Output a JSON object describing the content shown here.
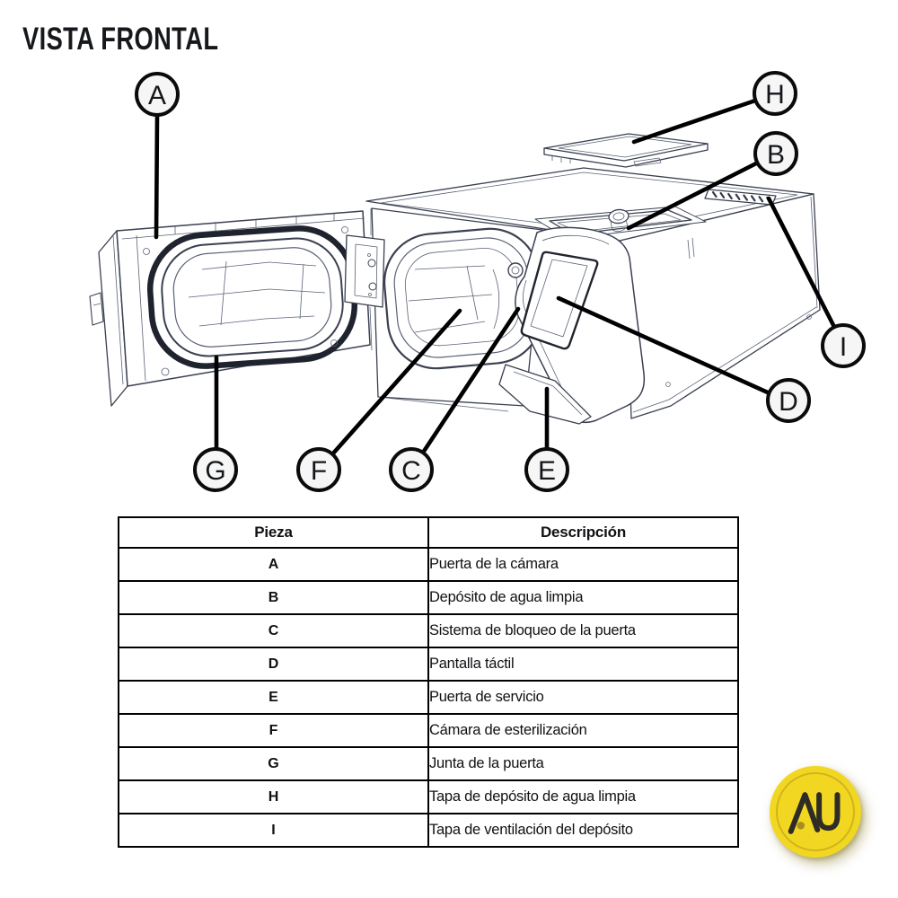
{
  "title": "VISTA FRONTAL",
  "callouts": [
    {
      "letter": "A"
    },
    {
      "letter": "B"
    },
    {
      "letter": "C"
    },
    {
      "letter": "D"
    },
    {
      "letter": "E"
    },
    {
      "letter": "F"
    },
    {
      "letter": "G"
    },
    {
      "letter": "H"
    },
    {
      "letter": "I"
    }
  ],
  "table": {
    "headers": {
      "part": "Pieza",
      "description": "Descripción"
    },
    "rows": [
      {
        "part": "A",
        "description": "Puerta de la cámara"
      },
      {
        "part": "B",
        "description": "Depósito de agua limpia"
      },
      {
        "part": "C",
        "description": "Sistema de bloqueo de la puerta"
      },
      {
        "part": "D",
        "description": "Pantalla táctil"
      },
      {
        "part": "E",
        "description": "Puerta de servicio"
      },
      {
        "part": "F",
        "description": "Cámara de esterilización"
      },
      {
        "part": "G",
        "description": "Junta de la puerta"
      },
      {
        "part": "H",
        "description": "Tapa de depósito de agua limpia"
      },
      {
        "part": "I",
        "description": "Tapa de ventilación del depósito"
      }
    ]
  },
  "logo": {
    "text": "AU",
    "background": "#F2D722",
    "mark_color": "#2E2C24",
    "dot_color": "#A88E1C"
  }
}
